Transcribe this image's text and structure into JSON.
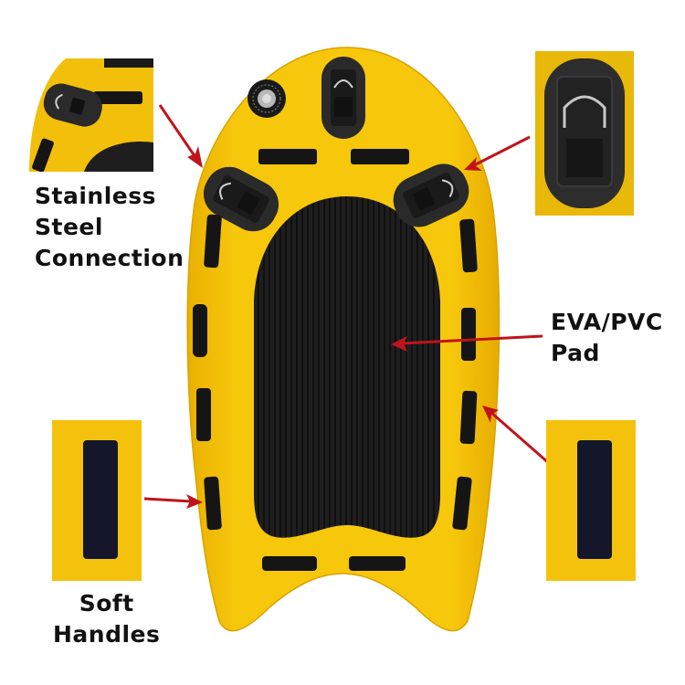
{
  "image": {
    "subject": "Yellow inflatable rescue board with annotated features",
    "colors": {
      "board_yellow": "#f6c309",
      "board_yellow_shade": "#e0a800",
      "pad_black": "#1b1b1b",
      "handle_black": "#151515",
      "arrow_red": "#c0141c",
      "background": "#ffffff",
      "text": "#111111"
    }
  },
  "labels": {
    "stainless": {
      "line1": "Stainless",
      "line2": "Steel",
      "line3": "Connection"
    },
    "pad": {
      "line1": "EVA/PVC",
      "line2": "Pad"
    },
    "handles": {
      "line1": "Soft",
      "line2": "Handles"
    }
  },
  "insets": [
    {
      "id": "top-left",
      "depicts": "close-up of board corner with D-ring patch"
    },
    {
      "id": "top-right",
      "depicts": "close-up of stainless steel D-ring patch"
    },
    {
      "id": "bottom-left",
      "depicts": "close-up of soft handle"
    },
    {
      "id": "bottom-right",
      "depicts": "close-up of soft handle"
    }
  ],
  "board": {
    "features": [
      "air valve",
      "3 D-ring patches",
      "EVA/PVC deck pad",
      "soft side handles",
      "top handles",
      "bottom handles"
    ]
  }
}
